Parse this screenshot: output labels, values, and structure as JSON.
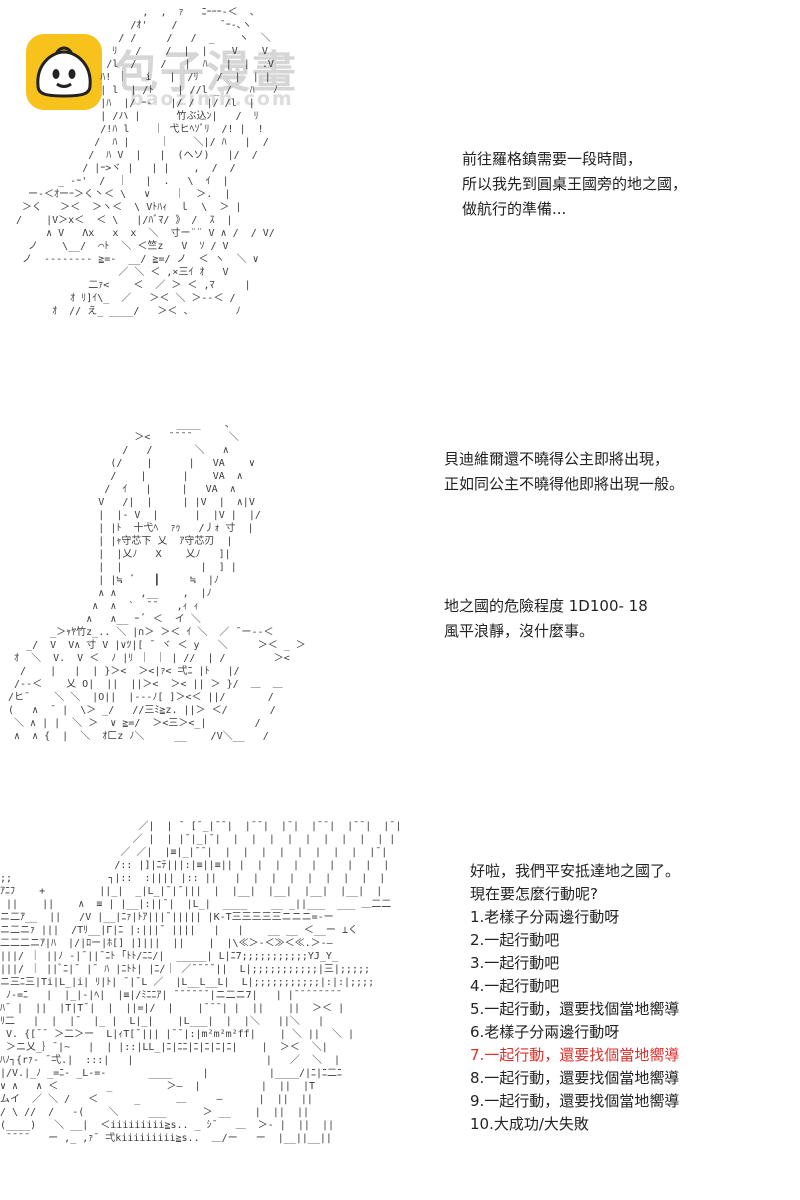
{
  "logo": {
    "title": "包子漫畫",
    "subtitle": "baozimh.com",
    "brand_color": "#f6c21b"
  },
  "panel1": {
    "lines": [
      "前往羅格鎮需要一段時間，",
      "所以我先到圓桌王國旁的地之國，",
      "做航行的準備..."
    ]
  },
  "panel2": {
    "lines": [
      "貝迪維爾還不曉得公主即將出現，",
      "正如同公主不曉得他即將出現一般。"
    ]
  },
  "panel3": {
    "lines": [
      "地之國的危險程度 1D100- 18",
      "風平浪靜，沒什麼事。"
    ]
  },
  "panel4": {
    "intro": [
      "好啦，我們平安抵達地之國了。",
      "現在要怎麼行動呢?"
    ],
    "options": [
      "1.老樣子分兩邊行動呀",
      "2.一起行動吧",
      "3.一起行動吧",
      "4.一起行動吧",
      "5.一起行動，還要找個當地嚮導",
      "6.老樣子分兩邊行動呀",
      "7.一起行動，還要找個當地嚮導",
      "8.一起行動，還要找個當地嚮導",
      "9.一起行動，還要找個當地嚮導",
      "10.大成功/大失敗"
    ],
    "highlight_color": "#e0302b"
  }
}
